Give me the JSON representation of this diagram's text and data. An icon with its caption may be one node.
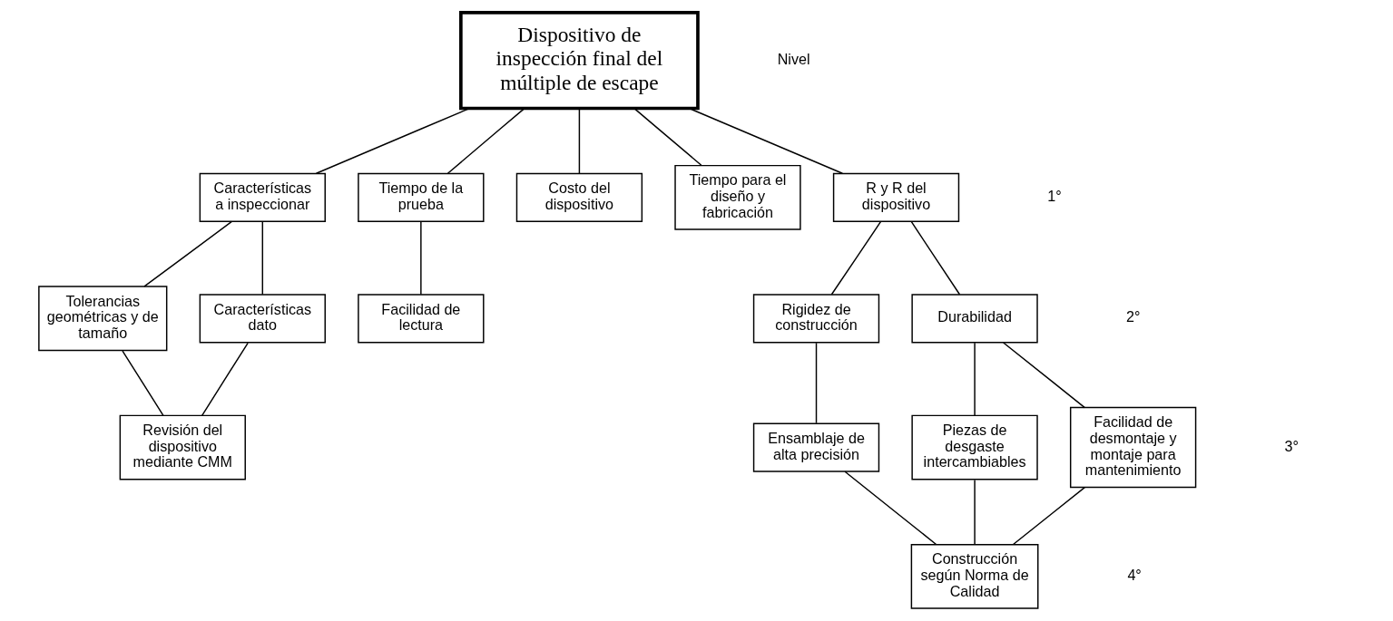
{
  "diagram": {
    "nodes": [
      {
        "text": [
          "Dispositivo de inspección final del múltiple de escape"
        ]
      },
      {
        "text": [
          "Características a inspeccionar"
        ]
      },
      {
        "text": [
          "Tiempo de la prueba"
        ]
      },
      {
        "text": [
          "Costo del dispositivo"
        ]
      },
      {
        "text": [
          "Tiempo para el diseño y fabricación"
        ]
      },
      {
        "text": [
          "R y R del dispositivo"
        ]
      },
      {
        "text": [
          "Tolerancias geométricas y de tamaño"
        ]
      },
      {
        "text": [
          "Características dato"
        ]
      },
      {
        "text": [
          "Facilidad de lectura"
        ]
      },
      {
        "text": [
          "Rigidez de construcción"
        ]
      },
      {
        "text": [
          "Durabilidad"
        ]
      },
      {
        "text": [
          "Revisión del dispositivo mediante CMM"
        ]
      },
      {
        "text": [
          "Ensamblaje de alta precisión"
        ]
      },
      {
        "text": [
          "Piezas de desgaste intercambiables"
        ]
      },
      {
        "text": [
          "Facilidad de desmontaje y montaje para mantenimiento"
        ]
      },
      {
        "text": [
          "Construcción según Norma de Calidad"
        ]
      }
    ],
    "edges": [
      {
        "from": 0,
        "to": 1,
        "arrow": "none"
      },
      {
        "from": 0,
        "to": 2,
        "arrow": "none"
      },
      {
        "from": 0,
        "to": 3,
        "arrow": "none"
      },
      {
        "from": 0,
        "to": 4,
        "arrow": "none"
      },
      {
        "from": 0,
        "to": 5,
        "arrow": "none"
      },
      {
        "from": 1,
        "to": 6,
        "arrow": "none"
      },
      {
        "from": 1,
        "to": 7,
        "arrow": "none"
      },
      {
        "from": 2,
        "to": 8,
        "arrow": "none"
      },
      {
        "from": 5,
        "to": 9,
        "arrow": "none"
      },
      {
        "from": 5,
        "to": 10,
        "arrow": "none"
      },
      {
        "from": 6,
        "to": 11,
        "arrow": "none"
      },
      {
        "from": 7,
        "to": 11,
        "arrow": "none"
      },
      {
        "from": 9,
        "to": 12,
        "arrow": "none"
      },
      {
        "from": 10,
        "to": 13,
        "arrow": "none"
      },
      {
        "from": 10,
        "to": 14,
        "arrow": "none"
      },
      {
        "from": 12,
        "to": 15,
        "arrow": "none"
      },
      {
        "from": 13,
        "to": 15,
        "arrow": "none"
      },
      {
        "from": 14,
        "to": 15,
        "arrow": "none"
      }
    ],
    "labels": [
      "Nivel",
      "1°",
      "2°",
      "3°",
      "4°"
    ]
  }
}
